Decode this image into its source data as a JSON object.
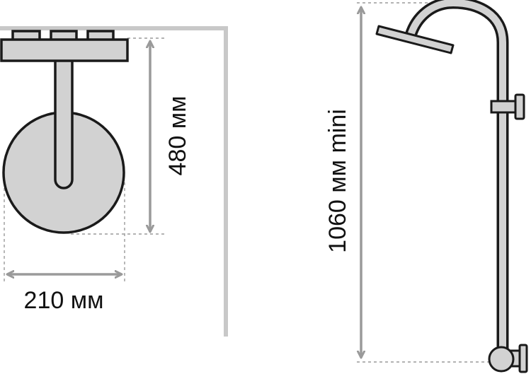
{
  "top_view": {
    "height_label": "480 мм",
    "width_label": "210 мм"
  },
  "side_view": {
    "height_label": "1060 мм mini"
  },
  "colors": {
    "outline": "#1a1a1a",
    "fill_grey": "#d2d2d2",
    "wall_grey": "#c8c8c8",
    "dash_grey": "#9a9a9a"
  }
}
